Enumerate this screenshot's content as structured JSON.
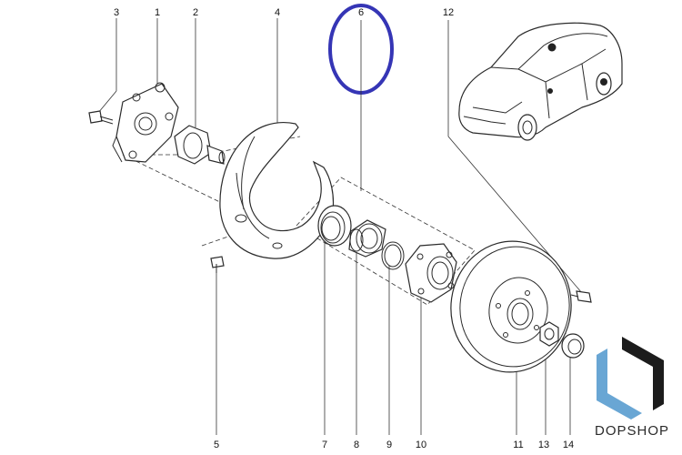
{
  "diagram": {
    "callouts": [
      {
        "id": "callout-1",
        "label": "1"
      },
      {
        "id": "callout-2",
        "label": "2"
      },
      {
        "id": "callout-3",
        "label": "3"
      },
      {
        "id": "callout-4",
        "label": "4"
      },
      {
        "id": "callout-5",
        "label": "5"
      },
      {
        "id": "callout-6",
        "label": "6"
      },
      {
        "id": "callout-7",
        "label": "7"
      },
      {
        "id": "callout-8",
        "label": "8"
      },
      {
        "id": "callout-9",
        "label": "9"
      },
      {
        "id": "callout-10",
        "label": "10"
      },
      {
        "id": "callout-11",
        "label": "11"
      },
      {
        "id": "callout-12",
        "label": "12"
      },
      {
        "id": "callout-13",
        "label": "13"
      },
      {
        "id": "callout-14",
        "label": "14"
      }
    ],
    "highlight_color": "#3535b5",
    "line_color": "#2b2b2b"
  },
  "brand": {
    "name": "DOPSHOP",
    "logo_colors": {
      "dark": "#1c1c1c",
      "light": "#69a6d4"
    }
  }
}
